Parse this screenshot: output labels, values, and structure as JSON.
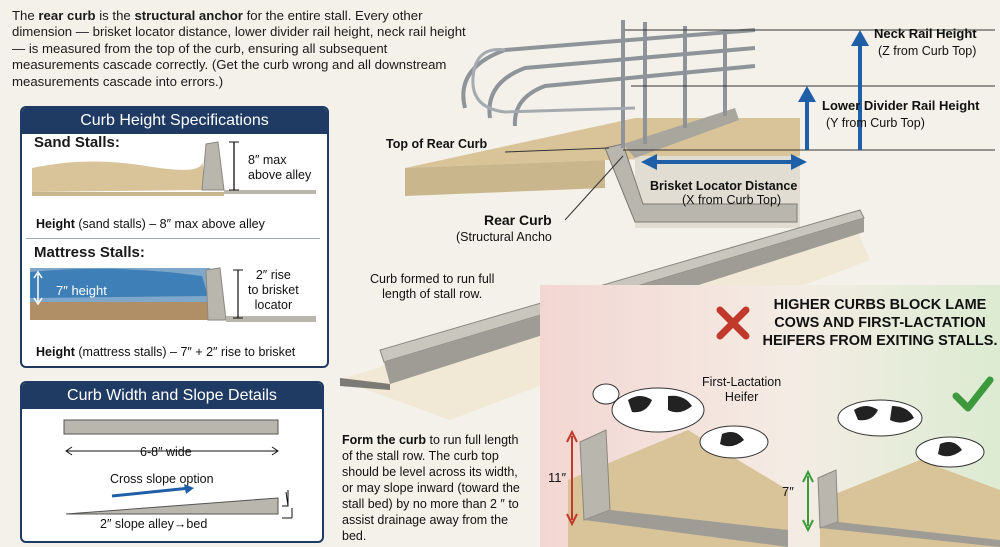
{
  "intro": {
    "lead": "The ",
    "bold1": "rear curb",
    "mid1": " is the ",
    "bold2": "structural anchor",
    "rest": " for the entire stall. Every other dimension — brisket locator distance, lower divider rail height, neck rail height — is measured from the top of the curb, ensuring all subsequent measurements cascade correctly. (Get the curb wrong and all downstream measurements cascade into errors.)"
  },
  "curb_height_panel": {
    "title": "Curb Height Specifications",
    "sand": {
      "title": "Sand Stalls:",
      "dim_label_1": "8″ max",
      "dim_label_2": "above alley",
      "caption_bold": "Height",
      "caption_rest": " (sand stalls) – 8″ max above alley"
    },
    "mattress": {
      "title": "Mattress Stalls:",
      "height_label": "7″ height",
      "rise_1": "2″ rise",
      "rise_2": "to brisket",
      "rise_3": "locator",
      "caption_bold": "Height",
      "caption_rest": " (mattress stalls) – 7″ + 2″ rise to brisket"
    }
  },
  "width_panel": {
    "title": "Curb Width and Slope Details",
    "width_label": "6-8″ wide",
    "cross_slope": "Cross slope option",
    "slope_label": "2″ slope alley→bed"
  },
  "stall_diagram": {
    "neck_rail": "Neck Rail Height",
    "neck_rail_sub": "(Z from Curb Top)",
    "lower_rail": "Lower Divider Rail Height",
    "lower_rail_sub": "(Y from Curb Top)",
    "top_of_curb": "Top of Rear Curb",
    "brisket": "Brisket Locator Distance",
    "brisket_sub": "(X from Curb Top)",
    "rear_curb": "Rear Curb",
    "rear_curb_sub": "(Structural Ancho"
  },
  "curb_run": {
    "label_1": "Curb formed to run full",
    "label_2": "length of stall row."
  },
  "form_text": {
    "bold": "Form the curb",
    "rest": " to run full length of the stall row. The curb top should be level across its width, or may slope inward (toward the stall bed) by no more than 2 ″ to assist drainage away from the bed."
  },
  "warning": {
    "line1": "HIGHER CURBS BLOCK LAME",
    "line2": "COWS AND FIRST-LACTATION",
    "line3": "HEIFERS FROM EXITING STALLS.",
    "heifer_1": "First-Lactation",
    "heifer_2": "Heifer",
    "high_curb": "11″",
    "low_curb": "7″"
  },
  "colors": {
    "navy": "#1f3b63",
    "arrow_blue": "#1f5fa8",
    "sand": "#d9c49a",
    "concrete": "#b9b6ae",
    "bad_red": "#c0392b",
    "good_green": "#3c9a3c",
    "mattress_blue": "#3f7fb7"
  }
}
